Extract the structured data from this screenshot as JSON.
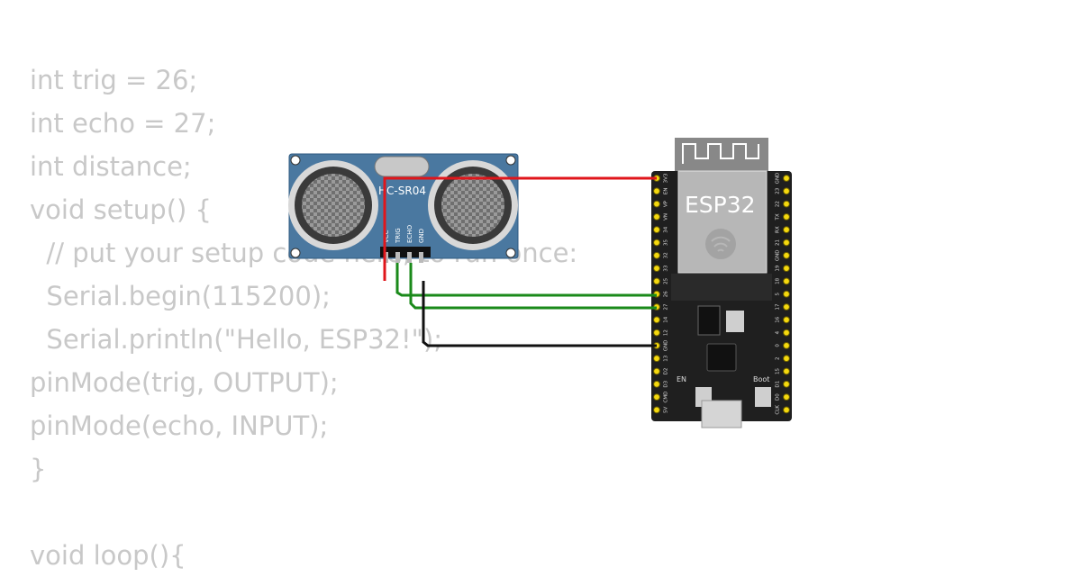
{
  "code": {
    "lines": [
      "int trig = 26;",
      "int echo = 27;",
      "int distance;",
      "void setup() {",
      "  // put your setup code here, to run once:",
      "  Serial.begin(115200);",
      "  Serial.println(\"Hello, ESP32!\");",
      "pinMode(trig, OUTPUT);",
      "pinMode(echo, INPUT);",
      "}",
      "",
      "void loop(){"
    ]
  },
  "sensor": {
    "label": "HC-SR04",
    "pins": [
      "VCC",
      "TRIG",
      "ECHO",
      "GND"
    ]
  },
  "board": {
    "label": "ESP32",
    "left_pins": [
      "3V3",
      "EN",
      "VP",
      "VN",
      "34",
      "35",
      "32",
      "33",
      "25",
      "26",
      "27",
      "14",
      "12",
      "GND",
      "13",
      "D2",
      "D3",
      "CMD",
      "5V"
    ],
    "right_pins": [
      "GND",
      "23",
      "22",
      "TX",
      "RX",
      "21",
      "GND",
      "19",
      "18",
      "5",
      "17",
      "16",
      "4",
      "0",
      "2",
      "15",
      "D1",
      "D0",
      "CLK"
    ],
    "en_label": "EN",
    "boot_label": "Boot"
  },
  "colors": {
    "vcc_wire": "#e0161b",
    "trig_wire": "#1a8a1a",
    "echo_wire": "#1a8a1a",
    "gnd_wire": "#111111",
    "sensor_board": "#4a78a0",
    "esp_board": "#1f1f1f",
    "pin_yellow": "#f5d90f"
  }
}
